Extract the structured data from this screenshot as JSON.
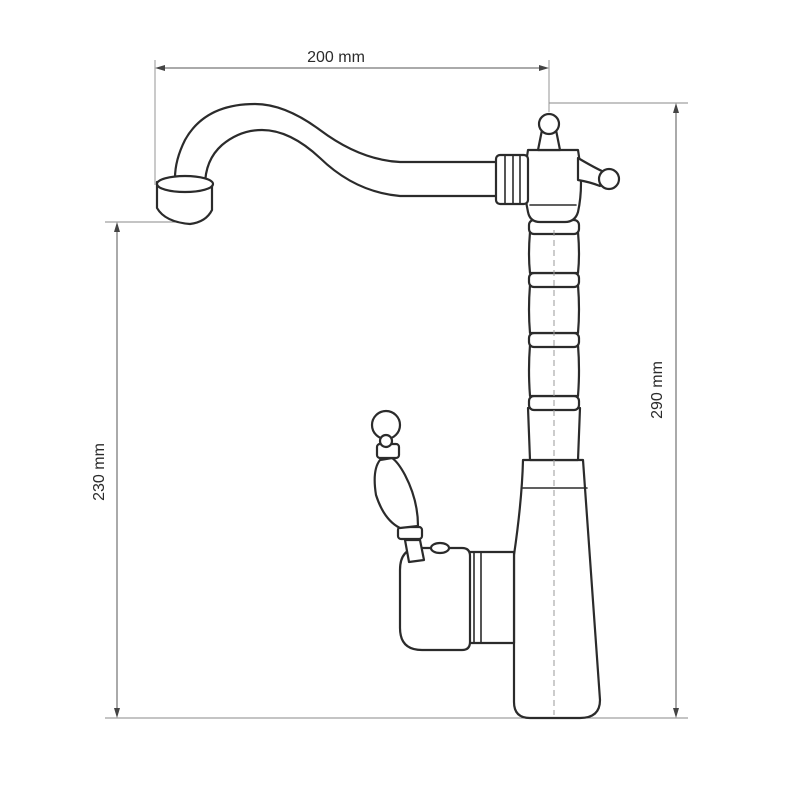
{
  "dimensions": {
    "spout_reach": "200 mm",
    "total_height": "290 mm",
    "spout_height": "230 mm"
  },
  "colors": {
    "line": "#2b2b2b",
    "dimension": "#555555",
    "background": "#ffffff"
  }
}
